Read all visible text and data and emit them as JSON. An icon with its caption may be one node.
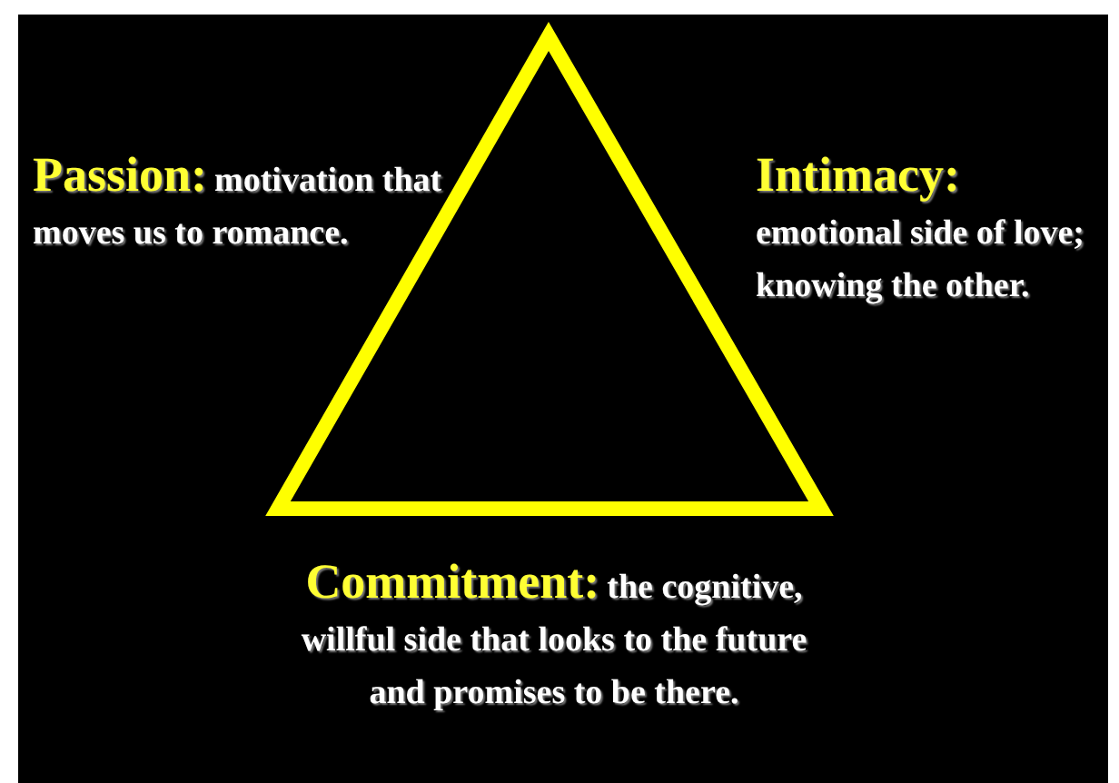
{
  "diagram": {
    "labels": [
      "Passion:",
      "motivation that moves us to romance.",
      "Intimacy:",
      "emotional side of love; knowing the other.",
      "Commitment:",
      "the cognitive, willful side that looks to the future and promises to be there."
    ]
  }
}
